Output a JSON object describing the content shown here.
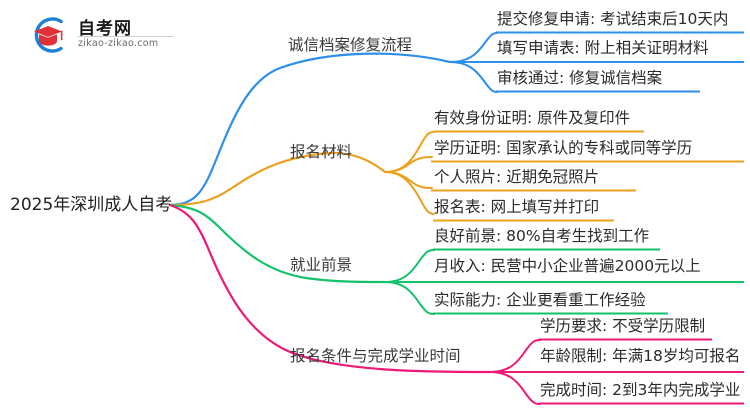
{
  "logo": {
    "name_cn": "自考网",
    "url": "zikao-zikao.com",
    "mark_icon": "graduation-cap-icon",
    "ring_color": "#1a80d8",
    "cap_color": "#e03038"
  },
  "diagram": {
    "type": "mindmap",
    "root": {
      "label": "2025年深圳成人自考"
    },
    "branches": [
      {
        "id": "credit-file-repair",
        "label": "诚信档案修复流程",
        "color": "#2e8fe8",
        "children": [
          {
            "label": "提交修复申请: 考试结束后10天内"
          },
          {
            "label": "填写申请表: 附上相关证明材料"
          },
          {
            "label": "审核通过: 修复诚信档案"
          }
        ]
      },
      {
        "id": "application-materials",
        "label": "报名材料",
        "color": "#eda01e",
        "children": [
          {
            "label": "有效身份证明: 原件及复印件"
          },
          {
            "label": "学历证明: 国家承认的专科或同等学历"
          },
          {
            "label": "个人照片: 近期免冠照片"
          },
          {
            "label": "报名表: 网上填写并打印"
          }
        ]
      },
      {
        "id": "employment-prospects",
        "label": "就业前景",
        "color": "#13c269",
        "children": [
          {
            "label": "良好前景: 80%自考生找到工作"
          },
          {
            "label": "月收入: 民营中小企业普遍2000元以上"
          },
          {
            "label": "实际能力: 企业更看重工作经验"
          }
        ]
      },
      {
        "id": "requirements-and-duration",
        "label": "报名条件与完成学业时间",
        "color": "#ee1877",
        "children": [
          {
            "label": "学历要求: 不受学历限制"
          },
          {
            "label": "年龄限制: 年满18岁均可报名"
          },
          {
            "label": "完成时间: 2到3年内完成学业"
          }
        ]
      }
    ]
  }
}
